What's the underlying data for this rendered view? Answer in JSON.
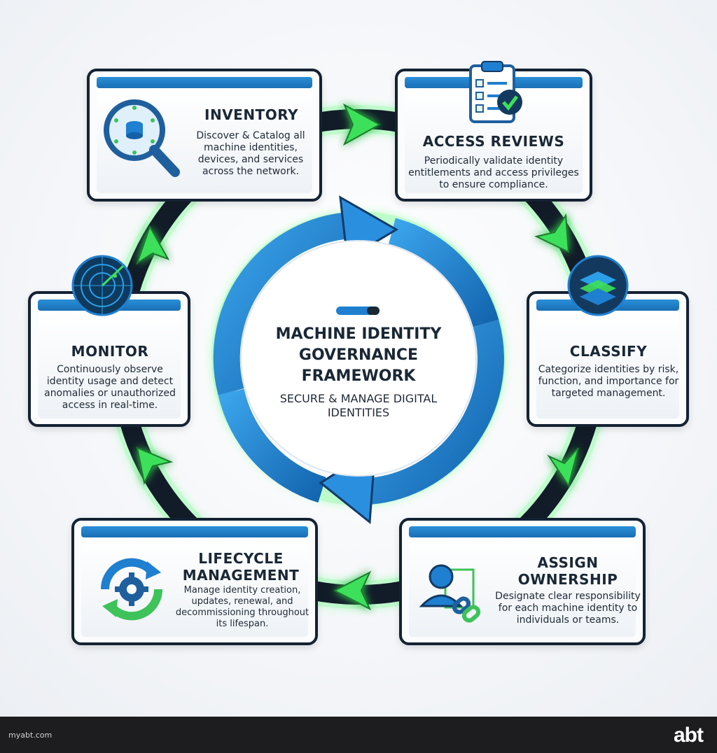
{
  "center": {
    "title": "MACHINE IDENTITY GOVERNANCE FRAMEWORK",
    "subtitle": "SECURE & MANAGE DIGITAL IDENTITIES"
  },
  "steps": [
    {
      "title": "INVENTORY",
      "description": "Discover & Catalog all machine identities, devices, and services across the network.",
      "icon": "magnifier-database-icon"
    },
    {
      "title": "ACCESS REVIEWS",
      "description": "Periodically validate identity entitlements and access privileges to ensure compliance.",
      "icon": "clipboard-checklist-icon"
    },
    {
      "title": "CLASSIFY",
      "description": "Categorize identities by risk, function, and importance for targeted management.",
      "icon": "layers-icon"
    },
    {
      "title": "ASSIGN OWNERSHIP",
      "description": "Designate clear responsibility for each machine identity to individuals or teams.",
      "icon": "user-link-icon"
    },
    {
      "title": "LIFECYCLE MANAGEMENT",
      "description": "Manage identity creation, updates, renewal, and decommissioning throughout its lifespan.",
      "icon": "cycle-gear-icon"
    },
    {
      "title": "MONITOR",
      "description": "Continuously observe identity usage and detect anomalies or unauthorized access in real-time.",
      "icon": "radar-icon"
    }
  ],
  "footer": {
    "url": "myabt.com",
    "logo": "abt"
  },
  "colors": {
    "accent_blue": "#1f7fd0",
    "accent_green": "#3ee05a",
    "dark_navy": "#142233"
  }
}
